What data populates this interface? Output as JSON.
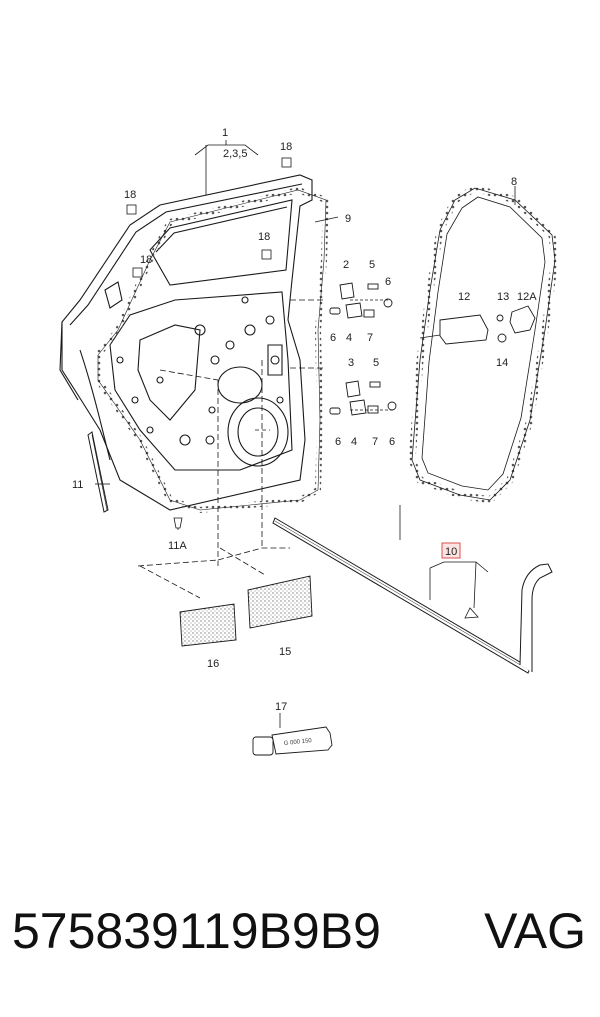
{
  "labels": {
    "l1": "1",
    "l1sub": "2,3,5",
    "l18a": "18",
    "l18b": "18",
    "l18c": "18",
    "l18d": "18",
    "l9": "9",
    "l8": "8",
    "l2": "2",
    "l5a": "5",
    "l6a": "6",
    "l6b": "6",
    "l4a": "4",
    "l7a": "7",
    "l3": "3",
    "l5b": "5",
    "l6c": "6",
    "l4b": "4",
    "l7b": "7",
    "l6d": "6",
    "l12": "12",
    "l13": "13",
    "l12A": "12A",
    "l14": "14",
    "l11": "11",
    "l11A": "11A",
    "l10": "10",
    "l16": "16",
    "l15": "15",
    "l17": "17"
  },
  "tube_text": "G 000 150",
  "footer": {
    "part_number": "575839119B9B9",
    "brand": "VAG"
  },
  "colors": {
    "line": "#1a1a1a",
    "highlight_box": "#d9534f"
  }
}
